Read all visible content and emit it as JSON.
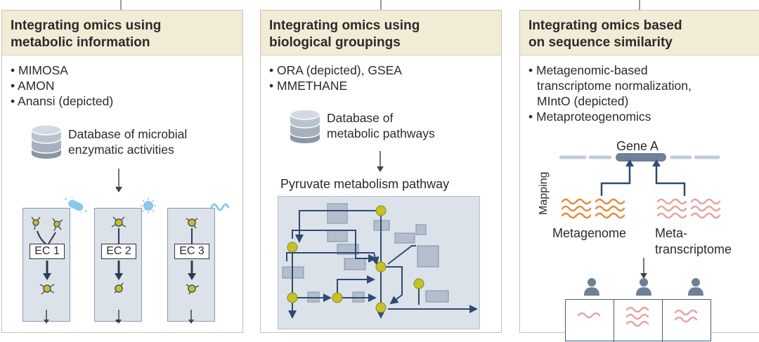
{
  "panels": [
    {
      "title": "Integrating omics using\nmetabolic information",
      "bullets": [
        "• MIMOSA",
        "• AMON",
        "• Anansi (depicted)"
      ],
      "database_label": "Database of microbial\nenzymatic activities",
      "enzymes": [
        "EC 1",
        "EC 2",
        "EC 3"
      ],
      "footnote_mark": "*"
    },
    {
      "title": "Integrating omics using\nbiological groupings",
      "bullets": [
        "• ORA (depicted), GSEA",
        "• MMETHANE"
      ],
      "database_label": "Database of\nmetabolic pathways",
      "pathway_title": "Pyruvate metabolism pathway"
    },
    {
      "title": "Integrating omics based\non sequence similarity",
      "bullets": [
        "• Metagenomic-based\ntranscriptome normalization,\nMIntO (depicted)",
        "• Metaproteogenomics"
      ],
      "gene_label": "Gene A",
      "mapping_label": "Mapping",
      "metagenome_label": "Metagenome",
      "metatranscriptome_label": "Meta-\ntranscriptome"
    }
  ],
  "colors": {
    "header_bg": "#f2ebd6",
    "node_yellow": "#c6c226",
    "arrow_dark": "#2f4a72",
    "box_blue": "#dbe2ea",
    "metagenome_orange": "#e48a3a",
    "transcriptome_pink": "#e9a1a1",
    "microbe_blue": "#8cc8e8"
  }
}
